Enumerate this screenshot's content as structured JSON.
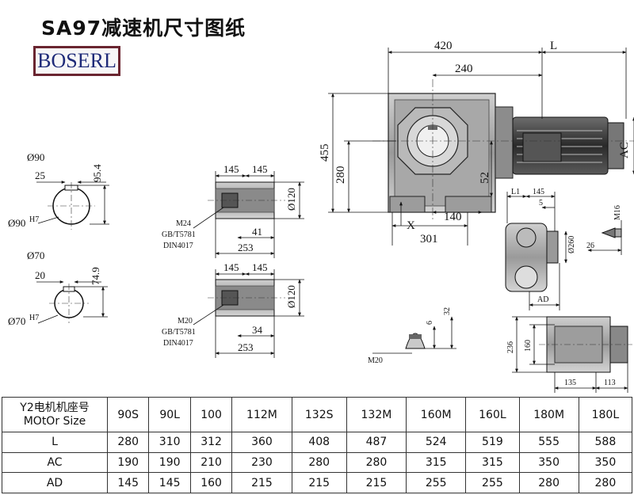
{
  "title": "SA97减速机尺寸图纸",
  "logo_text": "BOSERL",
  "dims": {
    "top_420": "420",
    "top_L": "L",
    "top_240": "240",
    "h_455": "455",
    "h_280": "280",
    "d_52": "52",
    "d_140": "140",
    "d_301": "301",
    "x_mark": "X",
    "ac": "AC",
    "shaft90_dia": "Ø90",
    "shaft90_key": "25",
    "shaft90_h": "95.4",
    "shaft90_hole": "Ø90",
    "shaft90_tol": "H7",
    "shaft70_dia": "Ø70",
    "shaft70_key": "20",
    "shaft70_h": "74.9",
    "shaft70_hole": "Ø70",
    "shaft70_tol": "H7",
    "s1_145a": "145",
    "s1_145b": "145",
    "s1_d120": "Ø120",
    "s1_m": "M24",
    "s1_gb": "GB/T5781",
    "s1_din": "DIN4017",
    "s1_41": "41",
    "s1_253": "253",
    "s2_145a": "145",
    "s2_145b": "145",
    "s2_d120": "Ø120",
    "s2_m": "M20",
    "s2_gb": "GB/T5781",
    "s2_din": "DIN4017",
    "s2_34": "34",
    "s2_253": "253",
    "f_L1": "L1",
    "f_145": "145",
    "f_5": "5",
    "f_d260": "Ø260",
    "f_AD": "AD",
    "f_M16": "M16",
    "f_26": "26",
    "b_6": "6",
    "b_32": "32",
    "b_M20": "M20",
    "t_236": "236",
    "t_160": "160",
    "t_135": "135",
    "t_113": "113"
  },
  "table": {
    "header_line1": "Y2电机机座号",
    "header_line2": "MOtOr Size",
    "sizes": [
      "90S",
      "90L",
      "100",
      "112M",
      "132S",
      "132M",
      "160M",
      "160L",
      "180M",
      "180L"
    ],
    "rows": [
      {
        "label": "L",
        "values": [
          "280",
          "310",
          "312",
          "360",
          "408",
          "487",
          "524",
          "519",
          "555",
          "588"
        ]
      },
      {
        "label": "AC",
        "values": [
          "190",
          "190",
          "210",
          "230",
          "280",
          "280",
          "315",
          "315",
          "350",
          "350"
        ]
      },
      {
        "label": "AD",
        "values": [
          "145",
          "145",
          "160",
          "215",
          "215",
          "215",
          "255",
          "255",
          "280",
          "280"
        ]
      }
    ]
  }
}
